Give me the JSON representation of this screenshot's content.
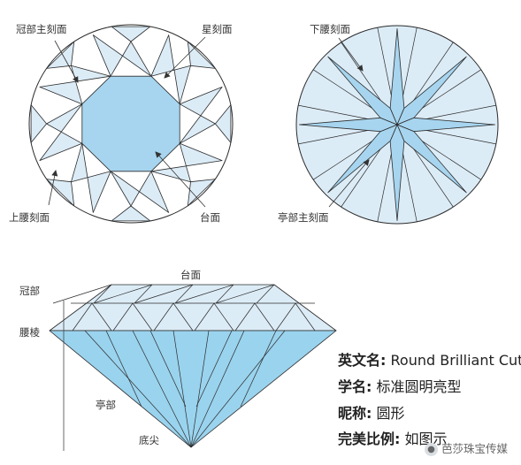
{
  "colors": {
    "light_facet": "#dcecf7",
    "table_fill": "#a7d5ef",
    "pavilion_fill": "#9ad3ee",
    "outline": "#2b2b2b"
  },
  "crown_view": {
    "label_crown_main": "冠部主刻面",
    "label_star": "星刻面",
    "label_upper_girdle": "上腰刻面",
    "label_table": "台面"
  },
  "pavilion_view": {
    "label_lower_girdle": "下腰刻面",
    "label_pavilion_main": "亭部主刻面"
  },
  "side_view": {
    "label_table": "台面",
    "label_crown": "冠部",
    "label_girdle": "腰棱",
    "label_pavilion": "亭部",
    "label_culet": "底尖"
  },
  "info": {
    "english_name_label": "英文名:",
    "english_name_value": "Round Brilliant Cut",
    "scientific_name_label": "学名:",
    "scientific_name_value": "标准圆明亮型",
    "nickname_label": "昵称:",
    "nickname_value": "圆形",
    "proportion_label": "完美比例:",
    "proportion_value": "如图示"
  },
  "watermark": {
    "icon": "wechat-icon",
    "text": "芭莎珠宝传媒"
  }
}
